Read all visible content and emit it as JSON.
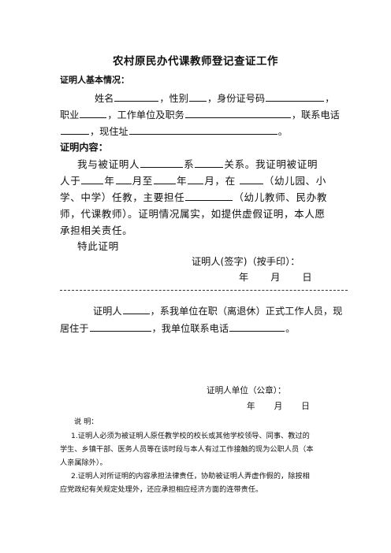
{
  "title": "农村原民办代课教师登记查证工作",
  "basic_heading": "证明人基本情况：",
  "name_label": "姓名",
  "gender_label": "，性别",
  "id_label": "，身份证号码",
  "end_comma": "，",
  "job_label": "职业",
  "unit_label": "，工作单位及职务",
  "phone_label": "，联系电话",
  "address_label": "，现住址",
  "period": "。",
  "content_heading": "证明内容：",
  "content": {
    "l1a": "我与被证明人",
    "l1b": "系",
    "l1c": "关系。我证明被证明",
    "l2a": "人于",
    "l2b": "年",
    "l2c": "月至",
    "l2d": "年",
    "l2e": "月，在",
    "l2f": "（幼儿园、小",
    "l3a": "学、中学）任教，主要担任",
    "l3b": "（幼儿教师、民办教",
    "l4": "师，代课教师）。证明情况属实，如提供虚假证明，本人愿",
    "l5": "承担相关责任。",
    "l6": "特此证明"
  },
  "sign_witness": "证明人(签字)（按手印）：",
  "date_year": "年",
  "date_month": "月",
  "date_day": "日",
  "unit_section": {
    "l1a": "证明人",
    "l1b": "，系我单位在职（离退休）正式工作人员，现",
    "l2a": "居住于",
    "l2b": "，我单位联系电话",
    "l2c": "。"
  },
  "sign_unit": "证明人单位（公章）：",
  "notes_heading": "说  明：",
  "notes": {
    "n1a": "1.证明人必须为被证明人原任教学校的校长或其他学校领导、同事、教过的",
    "n1b": "学生、乡镇干部、医务人员等在该时段与本人有过工作接触的现为公职人员（本",
    "n1c": "人亲属除外）。",
    "n2a": "2.证明人对所证明的内容承担法律责任，协助被证明人弄虚作假的，除按相",
    "n2b": "应党政纪有关规定处理外，还应承担相应经济方面的连带责任。"
  }
}
